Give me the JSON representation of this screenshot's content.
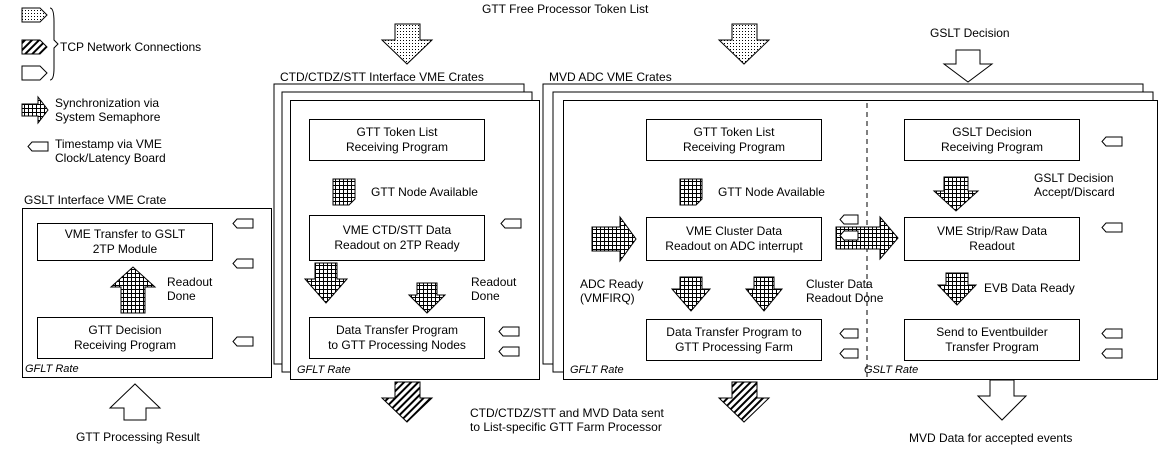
{
  "legend": {
    "tcp": "TCP Network Connections",
    "sync_1": "Synchronization via",
    "sync_2": "System Semaphore",
    "ts_1": "Timestamp via VME",
    "ts_2": "Clock/Latency Board"
  },
  "top": {
    "token_list": "GTT Free Processor Token List",
    "gslt_decision": "GSLT Decision"
  },
  "bottom": {
    "result": "GTT Processing Result",
    "data_sent_1": "CTD/CTDZ/STT and MVD Data sent",
    "data_sent_2": "to List-specific GTT Farm Processor",
    "accepted": "MVD Data for accepted events"
  },
  "gslt_crate": {
    "title": "GSLT Interface VME Crate",
    "box_transfer": "VME Transfer to GSLT\n2TP Module",
    "readout_done": "Readout\nDone",
    "box_decision": "GTT Decision\nReceiving  Program",
    "rate": "GFLT Rate"
  },
  "ctd_crate": {
    "title": "CTD/CTDZ/STT Interface VME Crates",
    "box_token": "GTT Token List\nReceiving Program",
    "node_avail": "GTT Node Available",
    "box_readout": "VME CTD/STT Data\nReadout on 2TP Ready",
    "readout_done": "Readout\nDone",
    "box_transfer": "Data Transfer Program\nto GTT Processing Nodes",
    "rate": "GFLT Rate"
  },
  "mvd_crate": {
    "title": "MVD ADC VME Crates",
    "box_token": "GTT Token List\nReceiving Program",
    "node_avail": "GTT Node Available",
    "adc_ready": "ADC Ready\n(VMFIRQ)",
    "box_cluster": "VME Cluster Data\nReadout on ADC interrupt",
    "cluster_done": "Cluster Data\nReadout Done",
    "box_transfer": "Data Transfer Program to\nGTT Processing Farm",
    "gflt_rate": "GFLT Rate",
    "box_gslt": "GSLT Decision\nReceiving Program",
    "gslt_accept": "GSLT Decision\nAccept/Discard",
    "box_strip": "VME Strip/Raw Data\nReadout",
    "evb_ready": "EVB Data Ready",
    "box_send": "Send to Eventbuilder\nTransfer Program",
    "gslt_rate": "GSLT Rate"
  }
}
